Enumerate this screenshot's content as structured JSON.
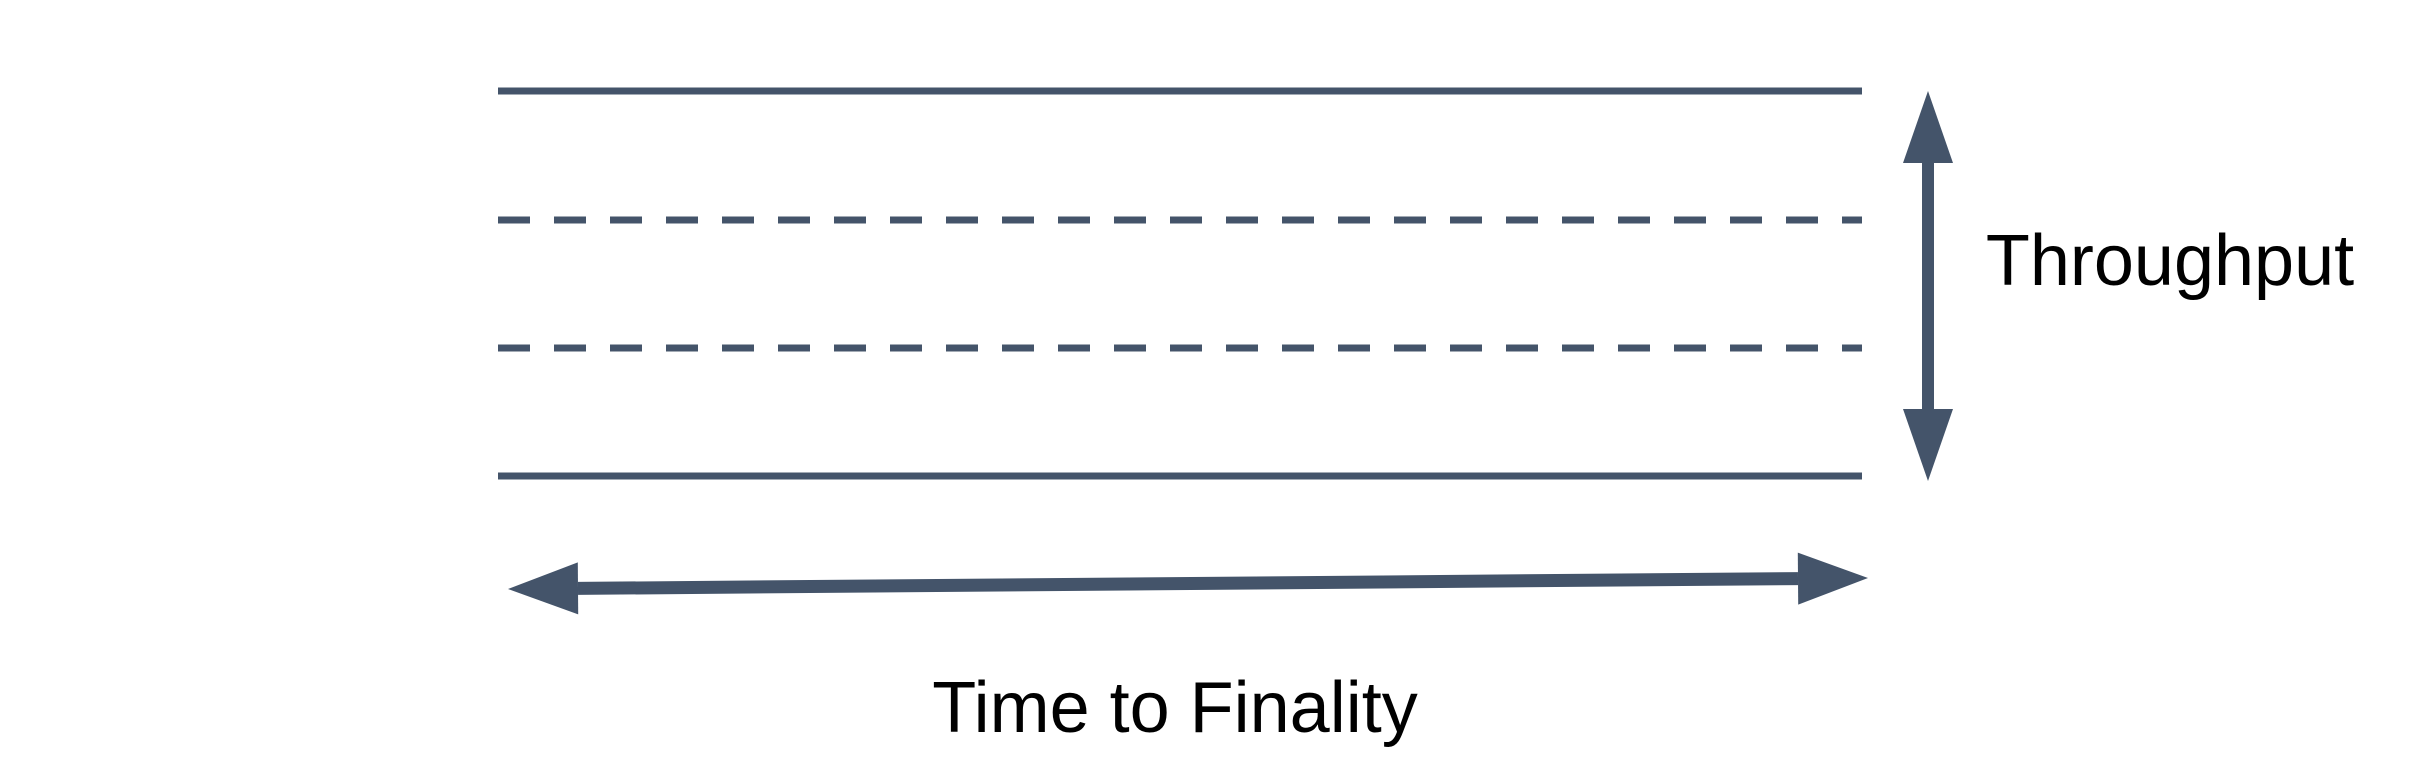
{
  "labels": {
    "throughput": "Throughput",
    "time_to_finality": "Time to Finality"
  },
  "colors": {
    "line": "#44546A",
    "text": "#000000",
    "background": "#FFFFFF"
  },
  "diagram": {
    "type": "concept-diagram",
    "band": {
      "top_line_style": "solid",
      "bottom_line_style": "solid",
      "inner_lines_style": "dashed",
      "inner_lines_count": 2
    },
    "vertical_arrow": {
      "label": "Throughput",
      "direction": "double-headed-vertical"
    },
    "horizontal_arrow": {
      "label": "Time to Finality",
      "direction": "double-headed-horizontal"
    }
  }
}
